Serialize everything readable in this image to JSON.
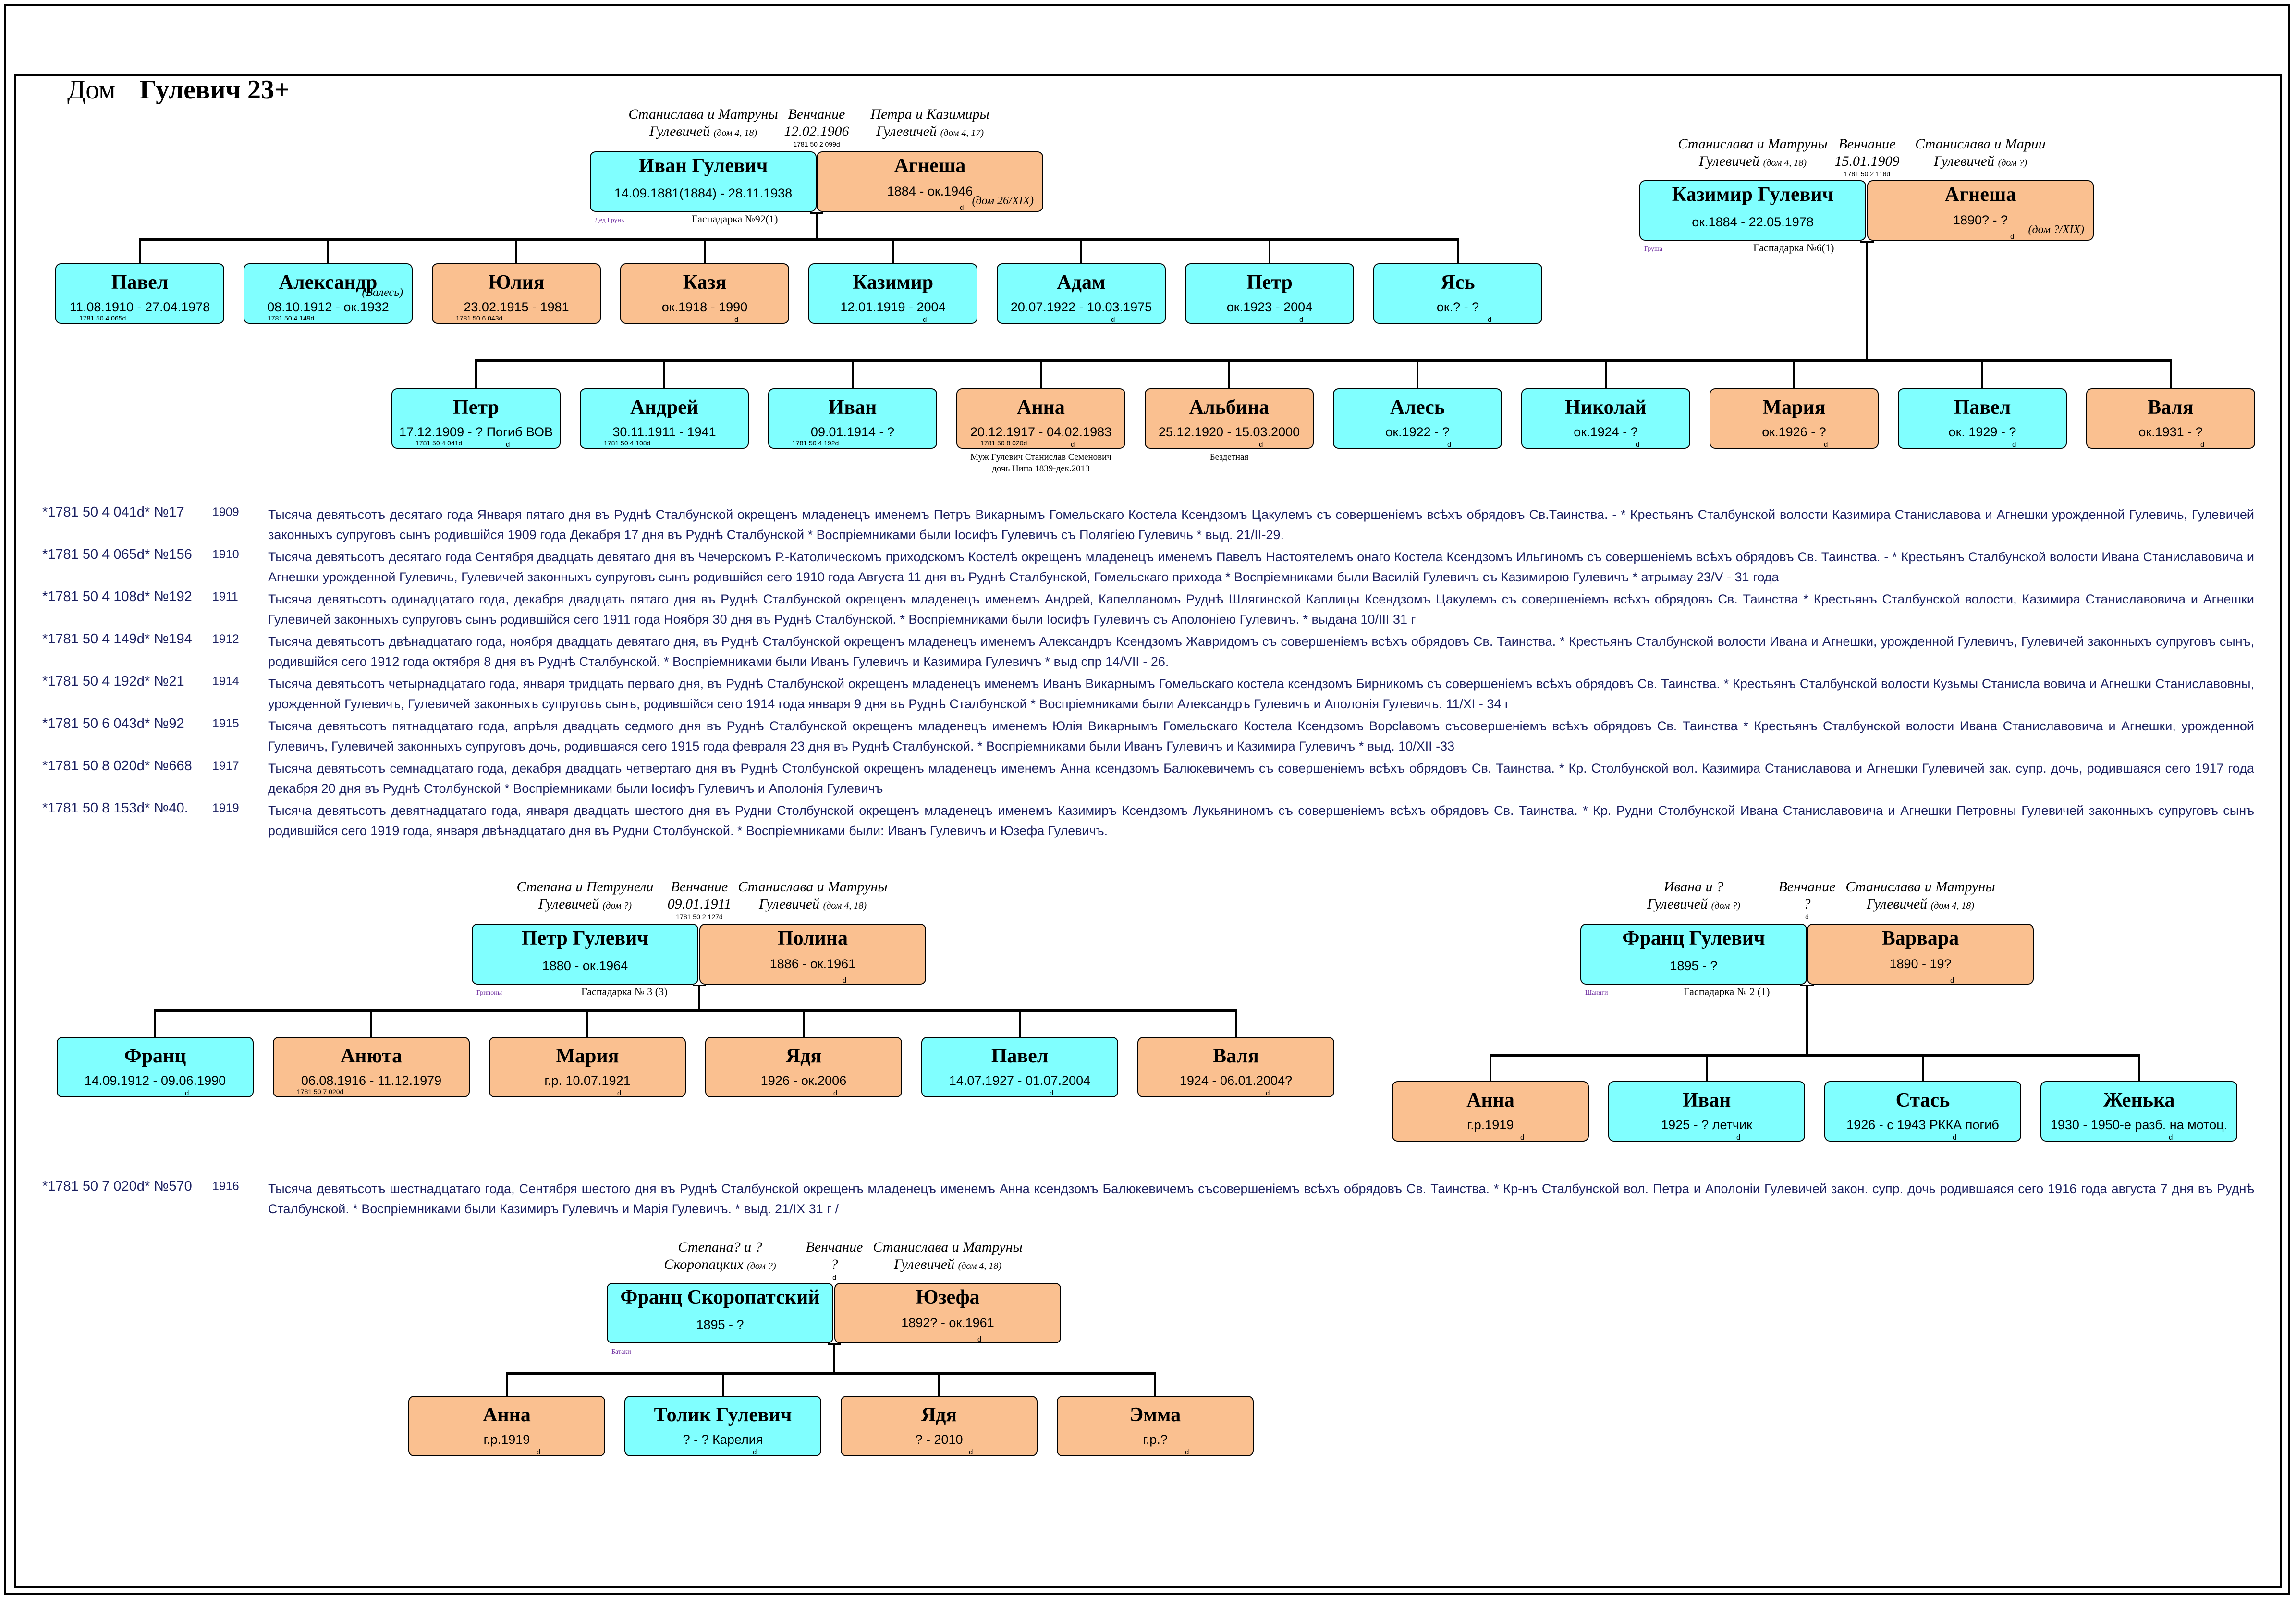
{
  "header": {
    "prefix": "Дом",
    "name": "Гулевич 23+"
  },
  "family1": {
    "father_parents": {
      "line1": "Станислава и Матруны",
      "line2": "Гулевичей",
      "house": "(дом 4, 18)"
    },
    "wedding": {
      "label": "Венчание",
      "date": "12.02.1906",
      "code": "1781 50 2 099d"
    },
    "mother_parents": {
      "line1": "Петра и Казимиры",
      "line2": "Гулевичей",
      "house": "(дом 4, 17)"
    },
    "father": {
      "name": "Иван Гулевич",
      "dates": "14.09.1881(1884) - 28.11.1938"
    },
    "mother": {
      "name": "Агнеша",
      "dates": "1884 - ок.1946",
      "extra": "(дом 26/XIX)",
      "mark": "d"
    },
    "nick": "Дед Грунь",
    "farm": "Гаспадарка №92(1)",
    "children": [
      {
        "name": "Павел",
        "dates": "11.08.1910 - 27.04.1978",
        "note": "1781 50 4 065d",
        "mark": ""
      },
      {
        "name": "Александр",
        "dates": "08.10.1912 - ок.1932",
        "extra": "(Валесь)",
        "note": "1781 50 4 149d",
        "mark": ""
      },
      {
        "name": "Юлия",
        "dates": "23.02.1915 - 1981",
        "note": "1781 50 6 043d",
        "mark": ""
      },
      {
        "name": "Казя",
        "dates": "ок.1918 - 1990",
        "note": "",
        "mark": "d"
      },
      {
        "name": "Казимир",
        "dates": "12.01.1919 - 2004",
        "note": "",
        "mark": "d"
      },
      {
        "name": "Адам",
        "dates": "20.07.1922 - 10.03.1975",
        "note": "",
        "mark": "d"
      },
      {
        "name": "Петр",
        "dates": "ок.1923 - 2004",
        "note": "",
        "mark": "d"
      },
      {
        "name": "Ясь",
        "dates": "ок.? - ?",
        "note": "",
        "mark": "d"
      }
    ]
  },
  "family2": {
    "father_parents": {
      "line1": "Станислава и Матруны",
      "line2": "Гулевичей",
      "house": "(дом 4, 18)"
    },
    "wedding": {
      "label": "Венчание",
      "date": "15.01.1909",
      "code": "1781 50 2 118d"
    },
    "mother_parents": {
      "line1": "Станислава и Марии",
      "line2": "Гулевичей",
      "house": "(дом ?)"
    },
    "father": {
      "name": "Казимир Гулевич",
      "dates": "ок.1884 - 22.05.1978"
    },
    "mother": {
      "name": "Агнеша",
      "dates": "1890? - ?",
      "extra": "(дом ?/XIX)",
      "mark": "d"
    },
    "nick": "Груша",
    "farm": "Гаспадарка №6(1)",
    "children": [
      {
        "name": "Петр",
        "dates": "17.12.1909 - ? Погиб ВОВ",
        "note": "1781 50 4 041d",
        "mark": "d"
      },
      {
        "name": "Андрей",
        "dates": "30.11.1911 - 1941",
        "note": "1781 50 4 108d",
        "mark": ""
      },
      {
        "name": "Иван",
        "dates": "09.01.1914 - ?",
        "note": "1781 50 4 192d",
        "mark": ""
      },
      {
        "name": "Анна",
        "dates": "20.12.1917 - 04.02.1983",
        "note": "1781 50 8 020d",
        "mark": "d",
        "below": [
          "Муж Гулевич Станислав Семенович",
          "дочь Нина 1839-дек.2013"
        ]
      },
      {
        "name": "Альбина",
        "dates": "25.12.1920 - 15.03.2000",
        "note": "",
        "mark": "d",
        "below": [
          "Бездетная"
        ]
      },
      {
        "name": "Алесь",
        "dates": "ок.1922 - ?",
        "note": "",
        "mark": "d"
      },
      {
        "name": "Николай",
        "dates": "ок.1924 - ?",
        "note": "",
        "mark": "d"
      },
      {
        "name": "Мария",
        "dates": "ок.1926 - ?",
        "note": "",
        "mark": "d"
      },
      {
        "name": "Павел",
        "dates": "ок. 1929 - ?",
        "note": "",
        "mark": "d"
      },
      {
        "name": "Валя",
        "dates": "ок.1931 - ?",
        "note": "",
        "mark": "d"
      }
    ]
  },
  "records1": [
    {
      "code": "*1781 50 4 041d* №17",
      "year": "1909",
      "text": "Тысяча девятьсотъ десятаго года Января пятаго дня въ Руднѣ Сталбунской окрещенъ младенецъ именемъ Петръ Викарнымъ Гомельскаго Костела Ксендзомъ Цакулемъ съ совершеніемъ всѣхъ обрядовъ Св.Таинства. - * Крестьянъ Сталбунской волости Казимира Станиславова и Агнешки урожденной Гулевичь, Гулевичей законныхъ супруговъ сынъ родившійся 1909 года Декабря 17 дня въ Руднѣ Сталбунской * Воспріемниками были Іосифъ Гулевичъ съ Полягіею Гулевичь * выд. 21/II-29."
    },
    {
      "code": "*1781 50 4 065d* №156",
      "year": "1910",
      "text": "Тысяча девятьсотъ десятаго года Сентября двадцать девятаго дня въ Чечерскомъ Р.-Католическомъ приходскомъ Костелѣ окрещенъ младенецъ именемъ Павелъ Настоятелемъ онаго Костела Ксендзомъ Ильгиномъ съ совершеніемъ всѣхъ обрядовъ Св. Таинства. - * Крестьянъ Сталбунской волости Ивана Станиславовича и Агнешки урожденной Гулевичь, Гулевичей законныхъ супруговъ сынъ родившійся сего 1910 года Августа 11 дня въ Руднѣ Сталбунской, Гомельскаго прихода * Воспріемниками были Василій Гулевичъ съ Казимирою Гулевичъ * атрымау 23/V - 31 года"
    },
    {
      "code": "*1781 50 4 108d* №192",
      "year": "1911",
      "text": "Тысяча девятьсотъ одинадцатаго года, декабря двадцать пятаго дня въ Руднѣ Сталбунской окрещенъ младенецъ именемъ Андрей, Капелланомъ Руднѣ Шлягинской Каплицы Ксендзомъ Цакулемъ съ совершеніемъ всѣхъ обрядовъ Св. Таинства * Крестьянъ Сталбунской волости, Казимира Станиславовича и Агнешки Гулевичей законныхъ супруговъ сынъ родившійся сего 1911 года Ноября 30 дня въ Руднѣ Сталбунской. * Воспріемниками были Іосифъ Гулевичъ съ Аполоніею Гулевичъ. * выдана 10/III 31 г"
    },
    {
      "code": "*1781 50 4 149d* №194",
      "year": "1912",
      "text": "Тысяча девятьсотъ двѣнадцатаго года, ноября двадцать девятаго дня, въ Руднѣ Сталбунской окрещенъ младенецъ именемъ Александръ Ксендзомъ Жавридомъ съ совершеніемъ всѣхъ обрядовъ Св. Таинства. * Крестьянъ Сталбунской волости Ивана и Агнешки, урожденной Гулевичъ, Гулевичей законныхъ супруговъ сынъ, родившійся сего 1912 года октября 8 дня въ Руднѣ Сталбунской. * Воспріемниками были Иванъ Гулевичъ и Казимира Гулевичъ * выд спр 14/VII - 26."
    },
    {
      "code": "*1781 50 4 192d* №21",
      "year": "1914",
      "text": "Тысяча девятьсотъ четырнадцатаго года, января тридцать перваго дня, въ Руднѣ Сталбунской окрещенъ младенецъ именемъ Иванъ Викарнымъ Гомельскаго костела ксендзомъ Бирникомъ съ совершеніемъ всѣхъ обрядовъ Св. Таинства. * Крестьянъ Сталбунской волости Кузьмы Станисла вовича и Агнешки Станиславовны, урожденной Гулевичъ, Гулевичей законныхъ супруговъ сынъ, родившійся сего 1914 года января 9 дня въ Руднѣ Сталбунской * Воспріемниками были Александръ Гулевичъ и Аполонія Гулевичъ. 11/XI - 34 г"
    },
    {
      "code": "*1781 50 6 043d* №92",
      "year": "1915",
      "text": "Тысяча девятьсотъ пятнадцатаго года, апрѣля двадцать седмого дня въ Руднѣ Сталбунской окрещенъ младенецъ именемъ Юлія Викарнымъ Гомельскаго Костела Ксендзомъ Ворсlавомъ съсовершеніемъ всѣхъ обрядовъ Св. Таинства * Крестьянъ Сталбунской волости Ивана Станиславовича и Агнешки, урожденной Гулевичъ, Гулевичей законныхъ супруговъ дочь, родившаяся сего 1915 года февраля 23 дня въ Руднѣ Сталбунской. * Воспріемниками были Иванъ Гулевичъ и Казимира Гулевичъ * выд. 10/XII -33"
    },
    {
      "code": "*1781 50 8 020d* №668",
      "year": "1917",
      "text": "Тысяча девятьсотъ семнадцатаго года, декабря двадцать четвертаго дня въ Руднѣ Столбунской окрещенъ младенецъ именемъ Анна ксендзомъ Балюкевичемъ съ совершеніемъ всѣхъ обрядовъ Св. Таинства. * Кр. Столбунской вол. Казимира Станиславова и Агнешки Гулевичей зак. супр. дочь, родившаяся сего 1917 года декабря 20 дня въ Руднѣ Столбунской * Воспріемниками были Іосифъ Гулевичъ и Аполонія Гулевичъ"
    },
    {
      "code": "*1781 50 8 153d* №40.",
      "year": "1919",
      "text": "Тысяча девятьсотъ девятнадцатаго года, января двадцать шестого дня въ Рудни Столбунской окрещенъ младенецъ именемъ Казимиръ Ксендзомъ Лукьяниномъ съ совершеніемъ всѣхъ обрядовъ Св. Таинства.  * Кр. Рудни Столбунской Ивана Станиславовича и Агнешки Петровны Гулевичей законныхъ супруговъ сынъ родившійся сего 1919 года, января двѣнадцатаго дня въ Рудни Столбунской. * Воспріемниками были: Иванъ Гулевичъ и Юзефа Гулевичъ."
    }
  ],
  "family3": {
    "father_parents": {
      "line1": "Степана и Петрунели",
      "line2": "Гулевичей",
      "house": "(дом ?)"
    },
    "wedding": {
      "label": "Венчание",
      "date": "09.01.1911",
      "code": "1781 50 2 127d"
    },
    "mother_parents": {
      "line1": "Станислава и Матруны",
      "line2": "Гулевичей",
      "house": "(дом 4, 18)"
    },
    "father": {
      "name": "Петр Гулевич",
      "dates": "1880 - ок.1964"
    },
    "mother": {
      "name": "Полина",
      "dates": "1886 - ок.1961",
      "mark": "d"
    },
    "nick": "Грипоны",
    "farm": "Гаспадарка № 3 (3)",
    "children": [
      {
        "name": "Франц",
        "dates": "14.09.1912 - 09.06.1990",
        "note": "",
        "mark": "d"
      },
      {
        "name": "Анюта",
        "dates": "06.08.1916 - 11.12.1979",
        "note": "1781 50 7 020d",
        "mark": ""
      },
      {
        "name": "Мария",
        "dates": "г.р. 10.07.1921",
        "note": "",
        "mark": "d"
      },
      {
        "name": "Ядя",
        "dates": "1926 - ок.2006",
        "note": "",
        "mark": "d"
      },
      {
        "name": "Павел",
        "dates": "14.07.1927 - 01.07.2004",
        "note": "",
        "mark": "d"
      },
      {
        "name": "Валя",
        "dates": "1924 - 06.01.2004?",
        "note": "",
        "mark": "d"
      }
    ]
  },
  "family4": {
    "father_parents": {
      "line1": "Ивана и ?",
      "line2": "Гулевичей",
      "house": "(дом ?)"
    },
    "wedding": {
      "label": "Венчание",
      "date": "?",
      "code": "d"
    },
    "mother_parents": {
      "line1": "Станислава и Матруны",
      "line2": "Гулевичей",
      "house": "(дом 4, 18)"
    },
    "father": {
      "name": "Франц Гулевич",
      "dates": "1895 - ?"
    },
    "mother": {
      "name": "Варвара",
      "dates": "1890 - 19?",
      "mark": "d"
    },
    "nick": "Шаняги",
    "farm": "Гаспадарка № 2 (1)",
    "children": [
      {
        "name": "Анна",
        "dates": "г.р.1919",
        "note": "",
        "mark": "d"
      },
      {
        "name": "Иван",
        "dates": "1925 - ? летчик",
        "note": "",
        "mark": "d"
      },
      {
        "name": "Стась",
        "dates": "1926 - с 1943 РККА погиб",
        "note": "",
        "mark": "d"
      },
      {
        "name": "Женька",
        "dates": "1930 - 1950-е разб. на мотоц.",
        "note": "",
        "mark": "d"
      }
    ]
  },
  "records2": [
    {
      "code": "*1781 50 7 020d* №570",
      "year": "1916",
      "text": "Тысяча девятьсотъ шестнадцатаго года, Сентября шестого дня въ Руднѣ Сталбунской окрещенъ младенецъ именемъ Анна ксендзомъ Балюкевичемъ съсовершеніемъ всѣхъ обрядовъ Св. Таинства. * Кр-нъ Сталбунской вол. Петра и Аполоніи Гулевичей закон. супр. дочь родившаяся сего 1916 года августа 7 дня въ Руднѣ Сталбунской. * Воспріемниками были Казимиръ Гулевичъ и Марія Гулевичъ. * выд. 21/IX 31 г /"
    }
  ],
  "family5": {
    "father_parents": {
      "line1": "Степана? и ?",
      "line2": "Скоропацких",
      "house": "(дом ?)"
    },
    "wedding": {
      "label": "Венчание",
      "date": "?",
      "code": "d"
    },
    "mother_parents": {
      "line1": "Станислава и Матруны",
      "line2": "Гулевичей",
      "house": "(дом 4, 18)"
    },
    "father": {
      "name": "Франц Скоропатский",
      "dates": "1895 - ?"
    },
    "mother": {
      "name": "Юзефа",
      "dates": "1892? - ок.1961",
      "mark": "d"
    },
    "nick": "Батаки",
    "farm": "",
    "children": [
      {
        "name": "Анна",
        "dates": "г.р.1919",
        "note": "",
        "mark": "d"
      },
      {
        "name": "Толик Гулевич",
        "dates": "? - ? Карелия",
        "note": "",
        "mark": "d"
      },
      {
        "name": "Ядя",
        "dates": "? - 2010",
        "note": "",
        "mark": "d"
      },
      {
        "name": "Эмма",
        "dates": "г.р.?",
        "note": "",
        "mark": "d"
      }
    ]
  },
  "colors": {
    "male": "#80ffff",
    "female": "#fac090",
    "text_records": "#1a1f60",
    "nickname": "#7030a0"
  }
}
